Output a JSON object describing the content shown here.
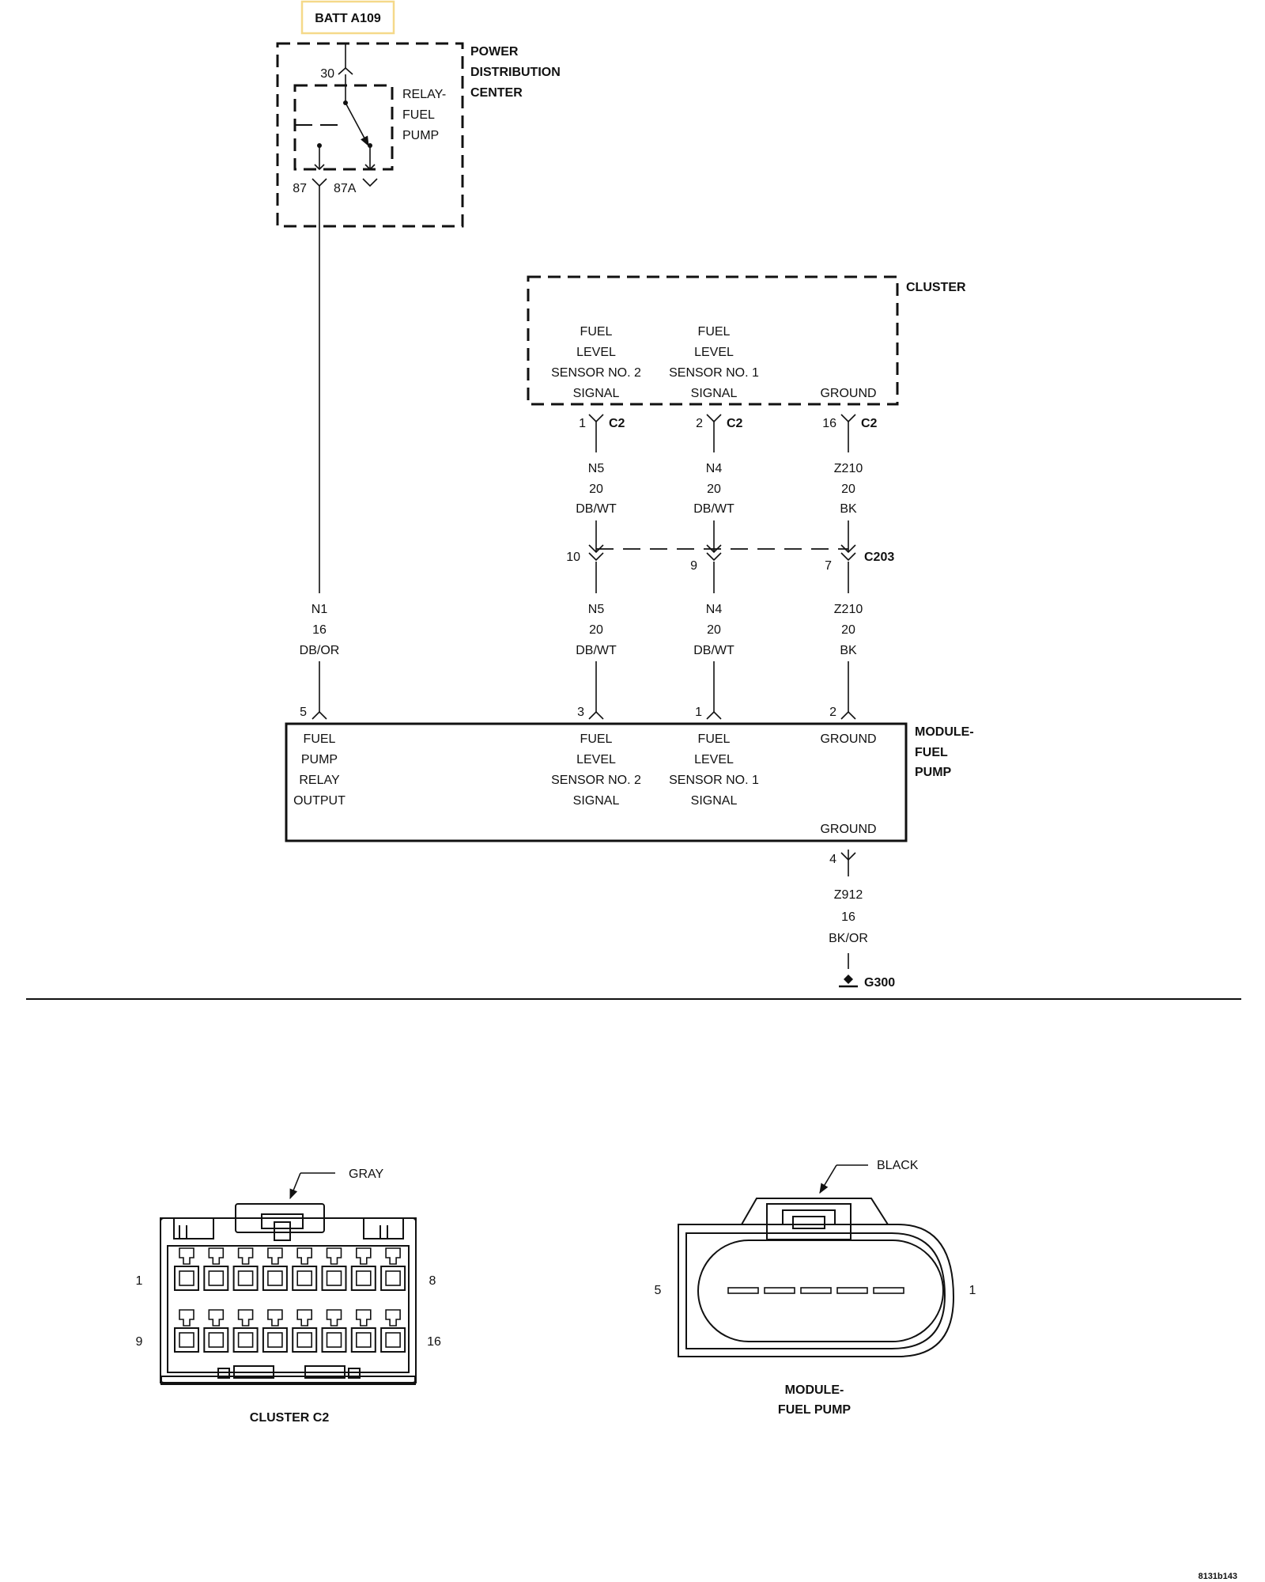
{
  "batt": {
    "label": "BATT A109",
    "highlight_color": "#f5d98a"
  },
  "pdc": {
    "name": [
      "POWER",
      "DISTRIBUTION",
      "CENTER"
    ],
    "relay": [
      "RELAY-",
      "FUEL",
      "PUMP"
    ],
    "pin30": "30",
    "pin87": "87",
    "pin87a": "87A"
  },
  "cluster": {
    "name": "CLUSTER",
    "functions": {
      "sensor2": [
        "FUEL",
        "LEVEL",
        "SENSOR NO. 2",
        "SIGNAL"
      ],
      "sensor1": [
        "FUEL",
        "LEVEL",
        "SENSOR NO. 1",
        "SIGNAL"
      ],
      "ground": "GROUND"
    },
    "pins": {
      "sensor2": "1",
      "sensor1": "2",
      "ground": "16"
    },
    "connector": "C2"
  },
  "wires_upper": {
    "n5": [
      "N5",
      "20",
      "DB/WT"
    ],
    "n4": [
      "N4",
      "20",
      "DB/WT"
    ],
    "z210": [
      "Z210",
      "20",
      "BK"
    ]
  },
  "c203": {
    "name": "C203",
    "pins": {
      "n5": "10",
      "n4": "9",
      "z210": "7"
    }
  },
  "wires_lower": {
    "n1": [
      "N1",
      "16",
      "DB/OR"
    ],
    "n5": [
      "N5",
      "20",
      "DB/WT"
    ],
    "n4": [
      "N4",
      "20",
      "DB/WT"
    ],
    "z210": [
      "Z210",
      "20",
      "BK"
    ]
  },
  "module": {
    "name": [
      "MODULE-",
      "FUEL",
      "PUMP"
    ],
    "pins": {
      "relay": "5",
      "sensor2": "3",
      "sensor1": "1",
      "ground": "2",
      "ground2": "4"
    },
    "functions": {
      "relay": [
        "FUEL",
        "PUMP",
        "RELAY",
        "OUTPUT"
      ],
      "sensor2": [
        "FUEL",
        "LEVEL",
        "SENSOR NO. 2",
        "SIGNAL"
      ],
      "sensor1": [
        "FUEL",
        "LEVEL",
        "SENSOR NO. 1",
        "SIGNAL"
      ],
      "ground": "GROUND",
      "ground2": "GROUND"
    }
  },
  "ground_wire": [
    "Z912",
    "16",
    "BK/OR"
  ],
  "ground_point": "G300",
  "connectors": {
    "c2": {
      "color": "GRAY",
      "title": "CLUSTER C2",
      "pin_tl": "1",
      "pin_tr": "8",
      "pin_bl": "9",
      "pin_br": "16"
    },
    "fp": {
      "color": "BLACK",
      "title": [
        "MODULE-",
        "FUEL PUMP"
      ],
      "pin_left": "5",
      "pin_right": "1"
    }
  },
  "figure_id": "8131b143"
}
